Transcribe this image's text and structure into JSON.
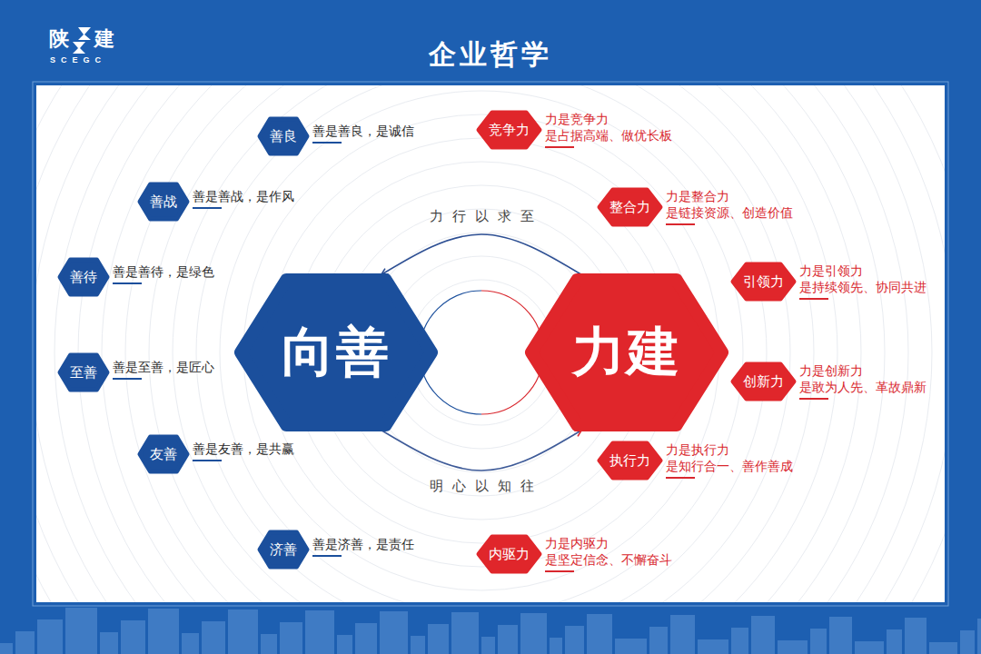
{
  "diagram": {
    "title": "企业哲学",
    "nodes": [
      {
        "text": [
          "向善"
        ]
      },
      {
        "text": [
          "力建"
        ]
      },
      {
        "text": [
          "善良",
          "善是善良，是诚信"
        ]
      },
      {
        "text": [
          "善战",
          "善是善战，是作风"
        ]
      },
      {
        "text": [
          "善待",
          "善是善待，是绿色"
        ]
      },
      {
        "text": [
          "至善",
          "善是至善，是匠心"
        ]
      },
      {
        "text": [
          "友善",
          "善是友善，是共赢"
        ]
      },
      {
        "text": [
          "济善",
          "善是济善，是责任"
        ]
      },
      {
        "text": [
          "竞争力",
          "力是竞争力",
          "是占据高端、做优长板"
        ]
      },
      {
        "text": [
          "整合力",
          "力是整合力",
          "是链接资源、创造价值"
        ]
      },
      {
        "text": [
          "引领力",
          "力是引领力",
          "是持续领先、协同共进"
        ]
      },
      {
        "text": [
          "创新力",
          "力是创新力",
          "是敢为人先、革故鼎新"
        ]
      },
      {
        "text": [
          "执行力",
          "力是执行力",
          "是知行合一、善作善成"
        ]
      },
      {
        "text": [
          "内驱力",
          "力是内驱力",
          "是坚定信念、不懈奋斗"
        ]
      }
    ],
    "edges": [
      {
        "from": 1,
        "to": 0,
        "label": "力行以求至",
        "arrow": "to"
      },
      {
        "from": 0,
        "to": 1,
        "label": "明心以知往",
        "arrow": "to"
      }
    ],
    "labels": [
      "陕",
      "建",
      "SCEGC"
    ]
  }
}
